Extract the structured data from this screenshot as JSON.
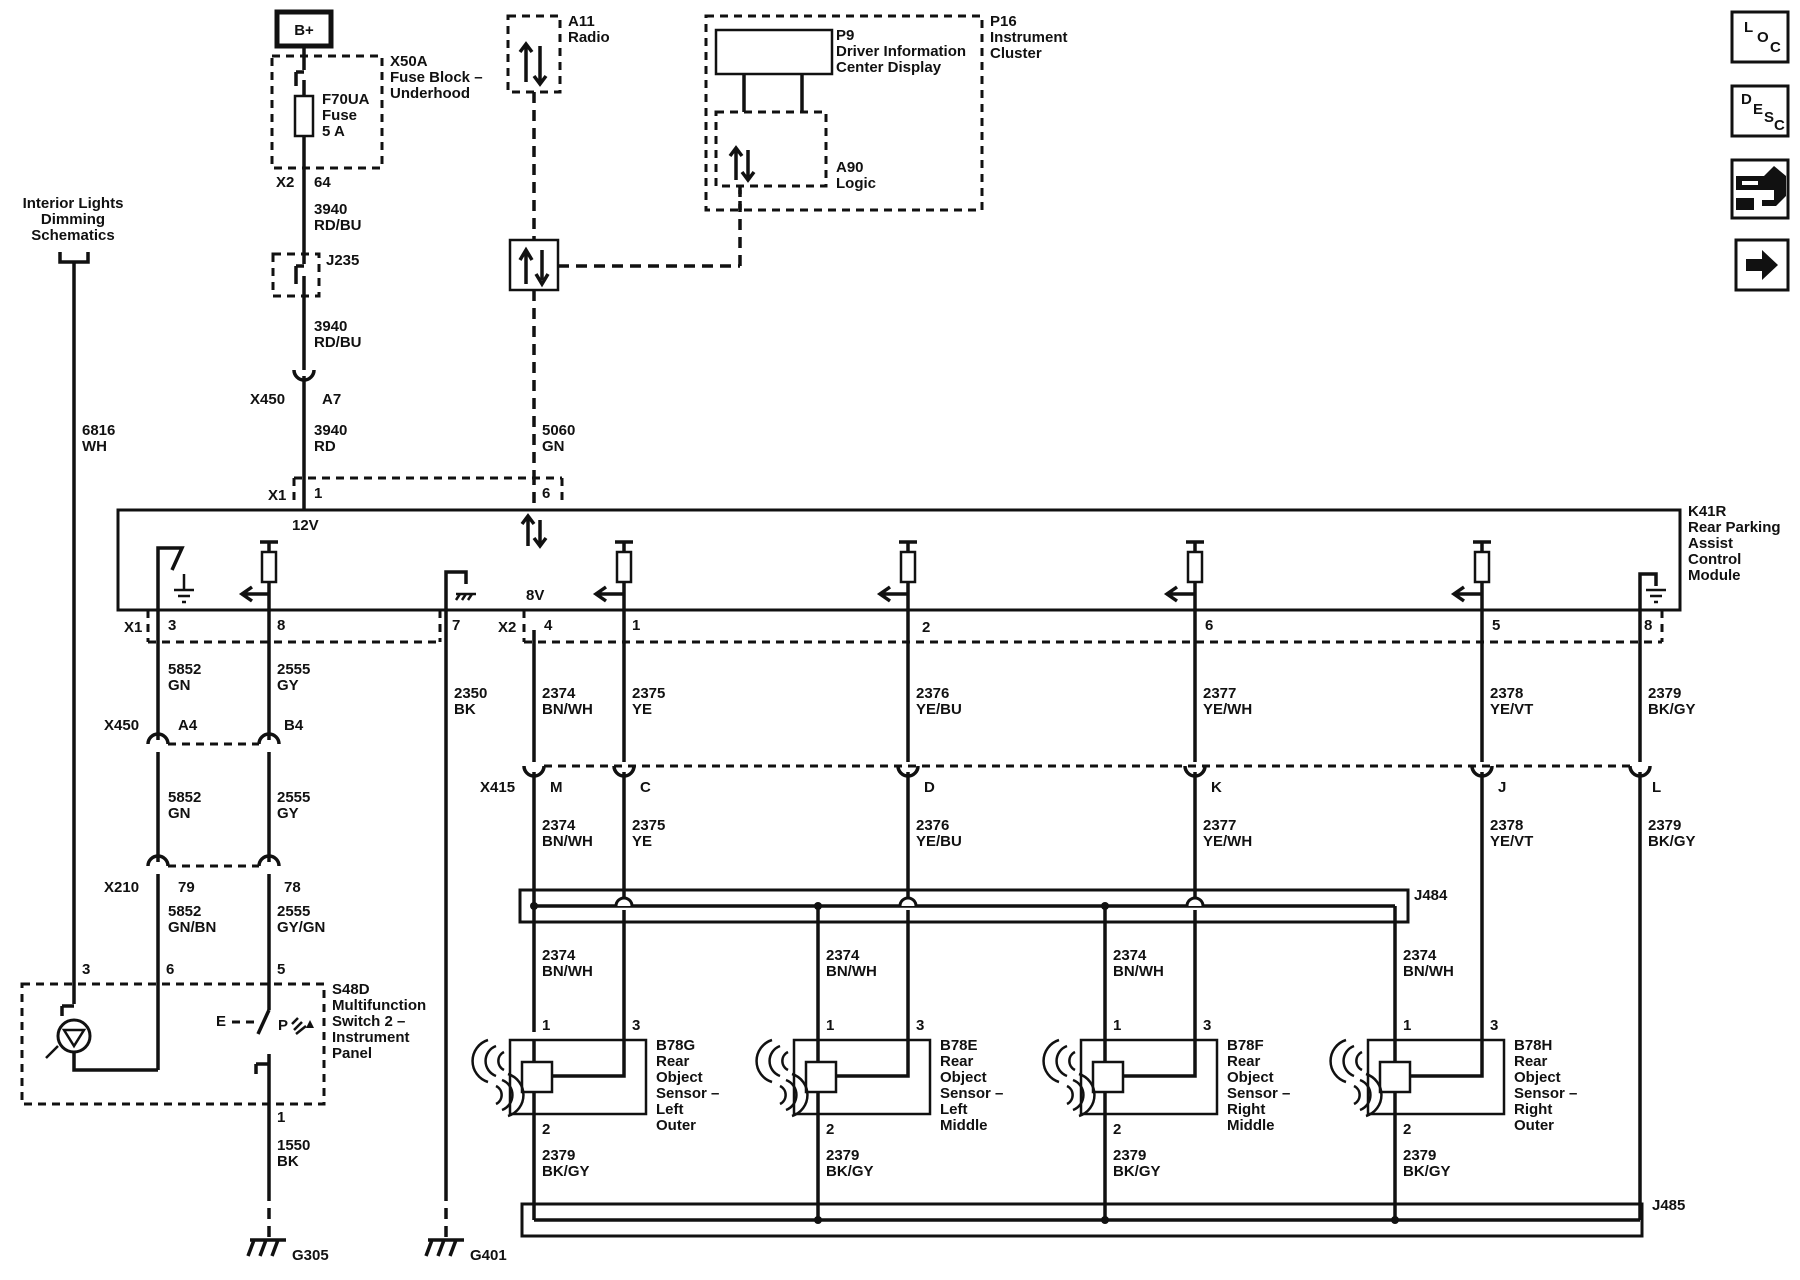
{
  "power": {
    "label": "B+"
  },
  "fuse_block": {
    "name": "X50A",
    "desc1": "Fuse Block –",
    "desc2": "Underhood",
    "fuse_name": "F70UA",
    "fuse_word": "Fuse",
    "fuse_rating": "5 A",
    "connector": "X2",
    "pin": "64"
  },
  "radio": {
    "name": "A11",
    "desc": "Radio"
  },
  "cluster": {
    "name": "P16",
    "desc1": "Instrument",
    "desc2": "Cluster",
    "dic_name": "P9",
    "dic_desc1": "Driver Information",
    "dic_desc2": "Center Display",
    "logic_name": "A90",
    "logic_desc": "Logic"
  },
  "interior_lights": {
    "line1": "Interior Lights",
    "line2": "Dimming",
    "line3": "Schematics"
  },
  "splices": {
    "j235": "J235",
    "j484": "J484",
    "j485": "J485"
  },
  "wires": {
    "w3940_rdbu_1": {
      "num": "3940",
      "color": "RD/BU"
    },
    "w3940_rdbu_2": {
      "num": "3940",
      "color": "RD/BU"
    },
    "w3940_rd": {
      "num": "3940",
      "color": "RD"
    },
    "w6816": {
      "num": "6816",
      "color": "WH"
    },
    "w5060": {
      "num": "5060",
      "color": "GN"
    },
    "w5852_a": {
      "num": "5852",
      "color": "GN"
    },
    "w5852_b": {
      "num": "5852",
      "color": "GN"
    },
    "w5852_c": {
      "num": "5852",
      "color": "GN/BN"
    },
    "w2555_a": {
      "num": "2555",
      "color": "GY"
    },
    "w2555_b": {
      "num": "2555",
      "color": "GY"
    },
    "w2555_c": {
      "num": "2555",
      "color": "GY/GN"
    },
    "w2350": {
      "num": "2350",
      "color": "BK"
    },
    "w2374_a": {
      "num": "2374",
      "color": "BN/WH"
    },
    "w2374_b": {
      "num": "2374",
      "color": "BN/WH"
    },
    "w2375_a": {
      "num": "2375",
      "color": "YE"
    },
    "w2375_b": {
      "num": "2375",
      "color": "YE"
    },
    "w2376_a": {
      "num": "2376",
      "color": "YE/BU"
    },
    "w2376_b": {
      "num": "2376",
      "color": "YE/BU"
    },
    "w2377_a": {
      "num": "2377",
      "color": "YE/WH"
    },
    "w2377_b": {
      "num": "2377",
      "color": "YE/WH"
    },
    "w2378_a": {
      "num": "2378",
      "color": "YE/VT"
    },
    "w2378_b": {
      "num": "2378",
      "color": "YE/VT"
    },
    "w2379_a": {
      "num": "2379",
      "color": "BK/GY"
    },
    "w2379_b": {
      "num": "2379",
      "color": "BK/GY"
    },
    "w1550": {
      "num": "1550",
      "color": "BK"
    }
  },
  "connectors": {
    "x450_top": {
      "name": "X450",
      "pin": "A7"
    },
    "x1_top": {
      "name": "X1",
      "pin1": "1",
      "pin6": "6"
    },
    "x1_bottom": {
      "name": "X1",
      "pins": [
        "3",
        "8",
        "7"
      ]
    },
    "x2_bottom": {
      "name": "X2",
      "pins": [
        "4",
        "1",
        "2",
        "6",
        "5",
        "8"
      ]
    },
    "x450_mid": {
      "name": "X450",
      "pins": [
        "A4",
        "B4"
      ]
    },
    "x210": {
      "name": "X210",
      "pins": [
        "79",
        "78"
      ]
    },
    "x415": {
      "name": "X415",
      "pins": [
        "M",
        "C",
        "D",
        "K",
        "J",
        "L"
      ]
    }
  },
  "module": {
    "name": "K41R",
    "desc": [
      "Rear Parking",
      "Assist",
      "Control",
      "Module"
    ],
    "volt_12": "12V",
    "volt_8": "8V"
  },
  "switch": {
    "name": "S48D",
    "desc": [
      "Multifunction",
      "Switch 2 –",
      "Instrument",
      "Panel"
    ],
    "pin_lamp": "3",
    "pin_6": "6",
    "pin_5": "5",
    "pin_1": "1",
    "e_label": "E"
  },
  "sensors": [
    {
      "name": "B78G",
      "desc": [
        "Rear",
        "Object",
        "Sensor –",
        "Left",
        "Outer"
      ],
      "pin1": "1",
      "pin3": "3",
      "pin2": "2",
      "w_num": "2374",
      "w_color": "BN/WH",
      "g_num": "2379",
      "g_color": "BK/GY"
    },
    {
      "name": "B78E",
      "desc": [
        "Rear",
        "Object",
        "Sensor –",
        "Left",
        "Middle"
      ],
      "pin1": "1",
      "pin3": "3",
      "pin2": "2",
      "w_num": "2374",
      "w_color": "BN/WH",
      "g_num": "2379",
      "g_color": "BK/GY"
    },
    {
      "name": "B78F",
      "desc": [
        "Rear",
        "Object",
        "Sensor –",
        "Right",
        "Middle"
      ],
      "pin1": "1",
      "pin3": "3",
      "pin2": "2",
      "w_num": "2374",
      "w_color": "BN/WH",
      "g_num": "2379",
      "g_color": "BK/GY"
    },
    {
      "name": "B78H",
      "desc": [
        "Rear",
        "Object",
        "Sensor –",
        "Right",
        "Outer"
      ],
      "pin1": "1",
      "pin3": "3",
      "pin2": "2",
      "w_num": "2374",
      "w_color": "BN/WH",
      "g_num": "2379",
      "g_color": "BK/GY"
    }
  ],
  "grounds": {
    "g305": "G305",
    "g401": "G401"
  },
  "nav": {
    "loc": [
      "L",
      "O",
      "C"
    ],
    "desc": [
      "D",
      "E",
      "S",
      "C"
    ]
  }
}
